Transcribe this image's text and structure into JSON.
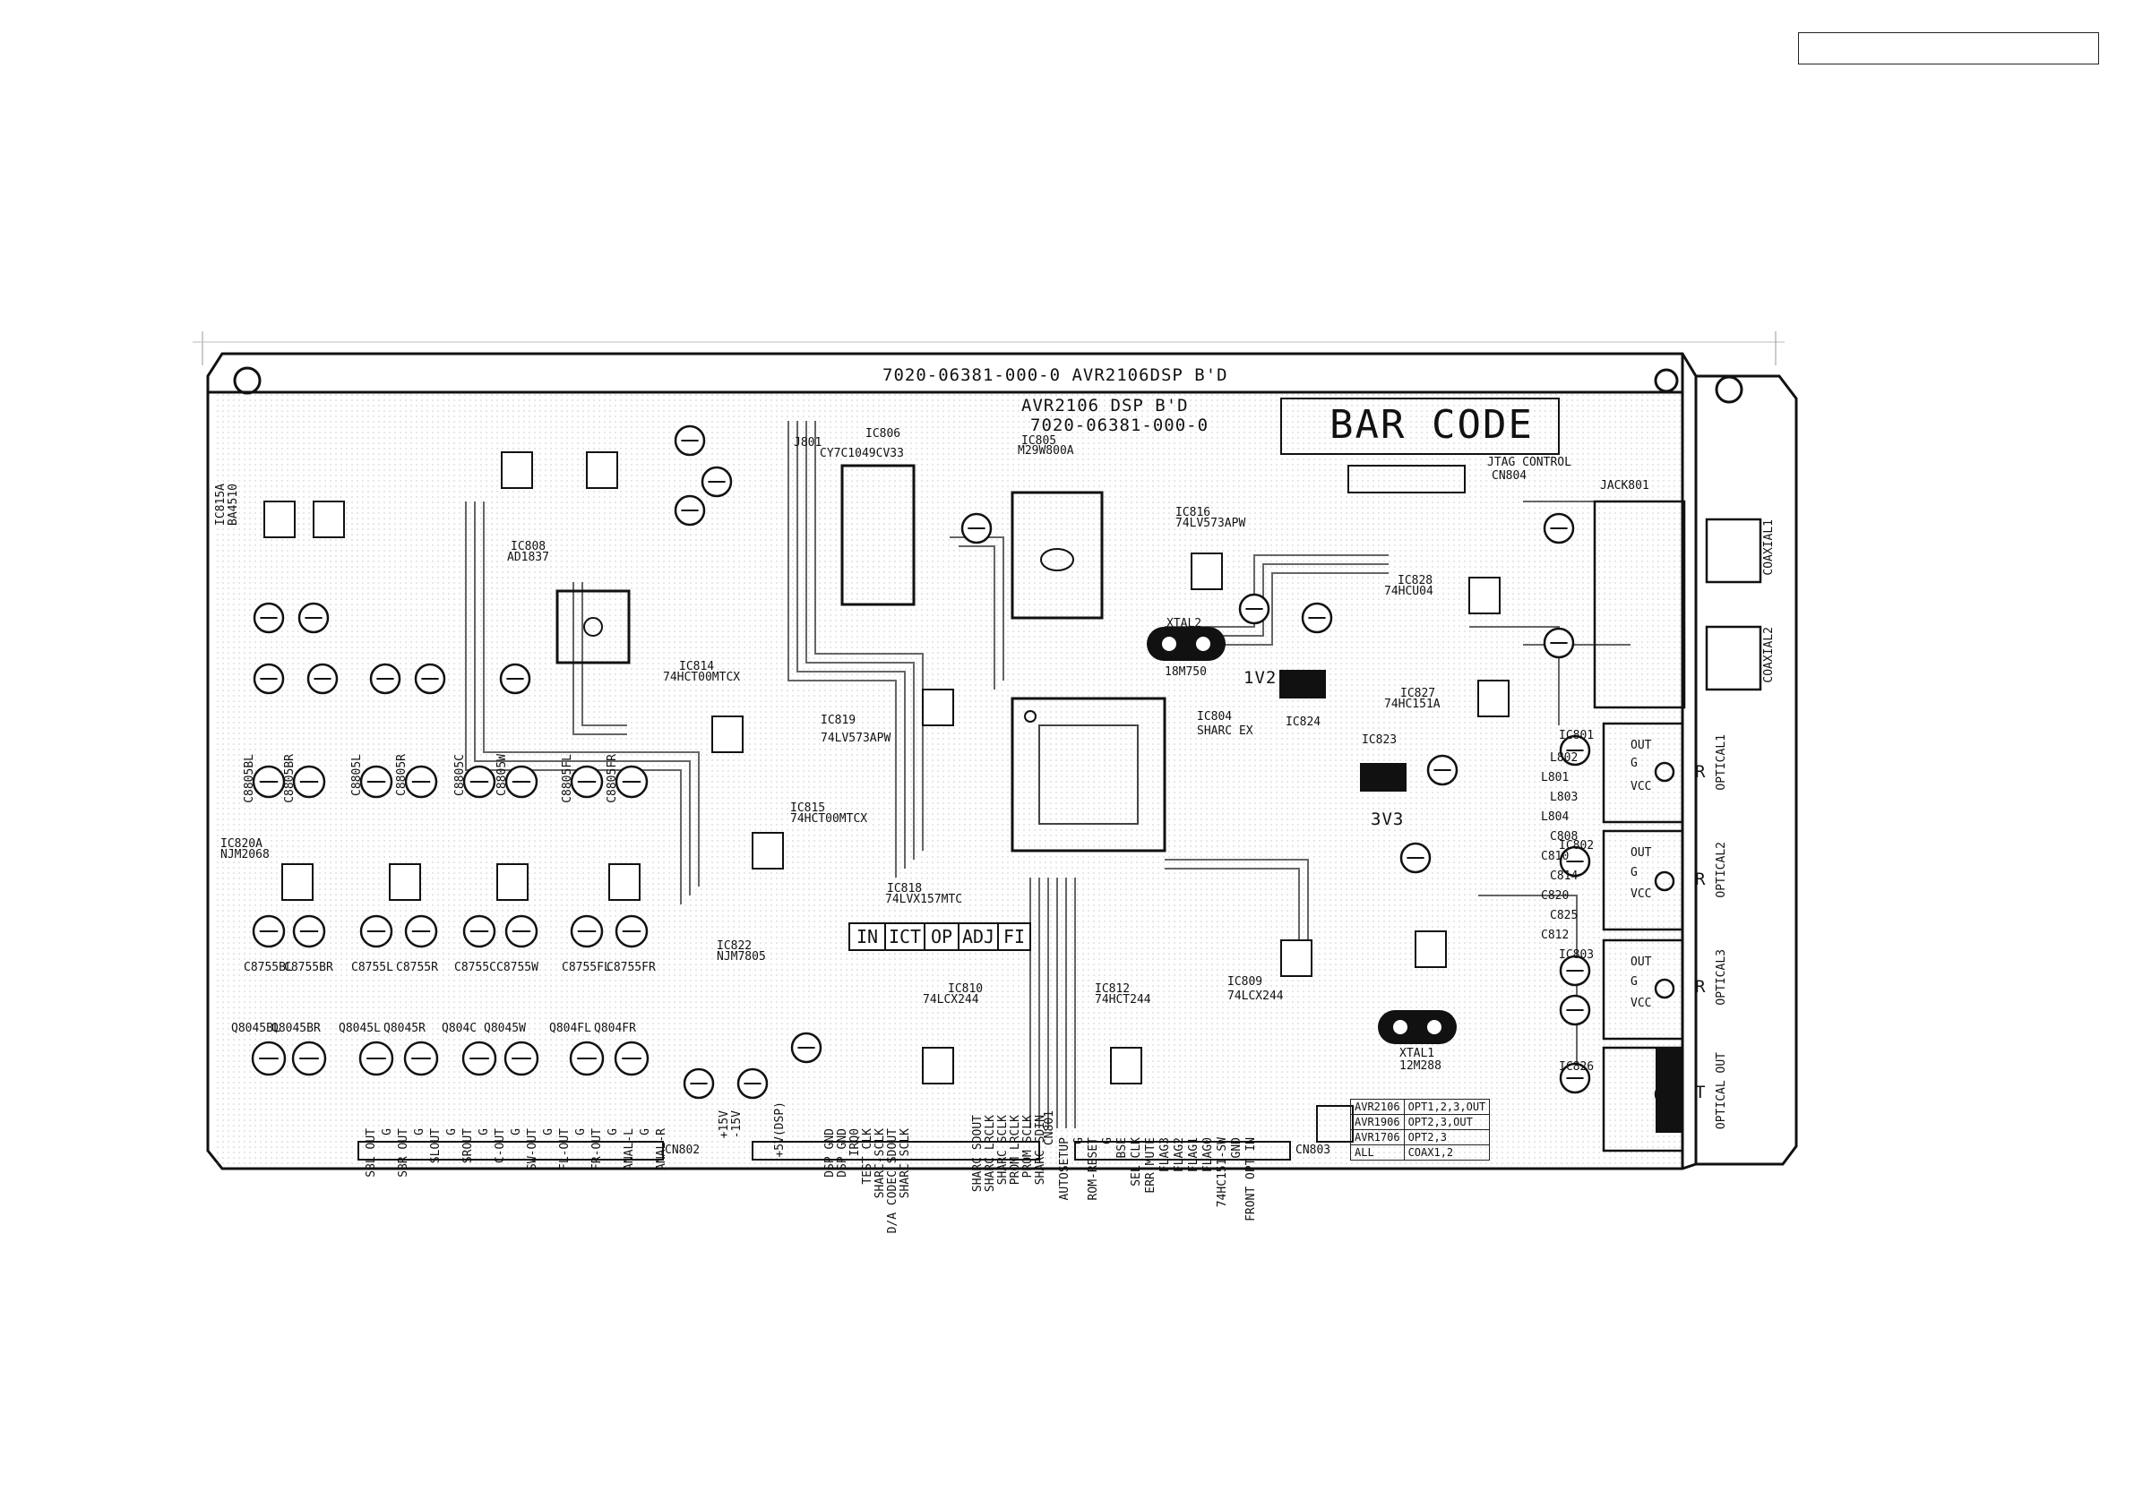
{
  "board": {
    "top_label": "7020-06381-000-0    AVR2106DSP B'D",
    "title_line1": "AVR2106 DSP B'D",
    "title_line2": "7020-06381-000-0",
    "barcode": "BAR CODE",
    "jtag": "JTAG CONTROL",
    "jtag_cn": "CN804"
  },
  "connector_codes": [
    "IN",
    "ICT",
    "OP",
    "ADJ",
    "FI"
  ],
  "opt_table": [
    [
      "AVR2106",
      "OPT1,2,3,OUT"
    ],
    [
      "AVR1906",
      "OPT2,3,OUT"
    ],
    [
      "AVR1706",
      "OPT2,3"
    ],
    [
      "ALL",
      "COAX1,2"
    ]
  ],
  "right_ports": [
    "COAXIAL1",
    "COAXIAL2",
    "OPTICAL1",
    "OPTICAL2",
    "OPTICAL3",
    "OPTICAL OUT"
  ],
  "port_pins": [
    "OUT",
    "G",
    "VCC"
  ],
  "port_letters": [
    "R",
    "R",
    "R",
    "T"
  ],
  "ics": [
    {
      "ref": "IC806",
      "part": "CY7C1049CV33"
    },
    {
      "ref": "IC805",
      "part": "M29W800A"
    },
    {
      "ref": "IC816",
      "part": "74LV573APW"
    },
    {
      "ref": "IC828",
      "part": "74HCU04"
    },
    {
      "ref": "IC827",
      "part": "74HC151A"
    },
    {
      "ref": "IC808",
      "part": "AD1837"
    },
    {
      "ref": "IC814",
      "part": "74HCT00MTCX"
    },
    {
      "ref": "IC815",
      "part": "74HCT00MTCX"
    },
    {
      "ref": "IC819",
      "part": "74LV573APW"
    },
    {
      "ref": "IC818",
      "part": "74LVX157MTC"
    },
    {
      "ref": "IC810",
      "part": "74LCX244"
    },
    {
      "ref": "IC812",
      "part": "74HCT244"
    },
    {
      "ref": "IC809",
      "part": "74LCX244"
    },
    {
      "ref": "IC822",
      "part": "NJM7805"
    },
    {
      "ref": "IC804",
      "part": "SHARC EX"
    },
    {
      "ref": "IC820A",
      "part": "NJM2068"
    },
    {
      "ref": "IC815A",
      "part": "BA4510"
    }
  ],
  "misc_labels": {
    "xtal2": "XTAL2",
    "xtal2_val": "18M750",
    "xtal1": "XTAL1",
    "xtal1_val": "12M288",
    "v1": "1V2",
    "v2": "3V3",
    "ic824": "IC824",
    "ic823": "IC823",
    "jack": "JACK801",
    "cn802": "CN802",
    "cn801": "CN801",
    "cn803": "CN803",
    "j801": "J801"
  },
  "bottom_pins_left": [
    "SBL OUT",
    "G",
    "SBR OUT",
    "G",
    "SLOUT",
    "G",
    "SROUT",
    "G",
    "C-OUT",
    "G",
    "SW-OUT",
    "G",
    "FL-OUT",
    "G",
    "FR-OUT",
    "G",
    "ANAL-L",
    "G",
    "ANAL-R"
  ],
  "bottom_pins_mid": [
    "DSP GND",
    "DSP GND",
    "IRQ0",
    "TEST CLK",
    "SHARC-SCLK",
    "D/A CODEC SDOUT",
    "SHARC SCLK"
  ],
  "bottom_pins_mid2": [
    "SHARC SDOUT",
    "SHARC LRCLK",
    "SHARC SCLK",
    "PROM LRCLK",
    "PROM SCLK",
    "SHARC SDIN"
  ],
  "bottom_pins_right": [
    "AUTOSETUP",
    "G",
    "ROM-RESET",
    "G",
    "BSE",
    "SEL CLK",
    "ERR MUTE",
    "FLAG3",
    "FLAG2",
    "FLAG1",
    "FLAG0",
    "74HC151-SW",
    "GND",
    "FRONT OPT IN"
  ],
  "supply": [
    "+15V",
    "-15V",
    "+5V(DSP)"
  ],
  "caps_row1": [
    "C8805BL",
    "C8805BR",
    "C8805L",
    "C8805R",
    "C8805C",
    "C8805W",
    "C8805FL",
    "C8805FR"
  ],
  "caps_row2": [
    "C8755BL",
    "C8755BR",
    "C8755L",
    "C8755R",
    "C8755C",
    "C8755W",
    "C8755FL",
    "C8755FR"
  ],
  "trans_row": [
    "Q8045BL",
    "Q8045BR",
    "Q8045L",
    "Q8045R",
    "Q804C",
    "Q8045W",
    "Q804FL",
    "Q804FR"
  ],
  "right_ics": [
    "IC801",
    "IC802",
    "IC803",
    "IC826"
  ],
  "right_parts": [
    "L802",
    "L801",
    "L803",
    "L804",
    "C808",
    "C810",
    "C814",
    "C820",
    "C825",
    "C812"
  ]
}
